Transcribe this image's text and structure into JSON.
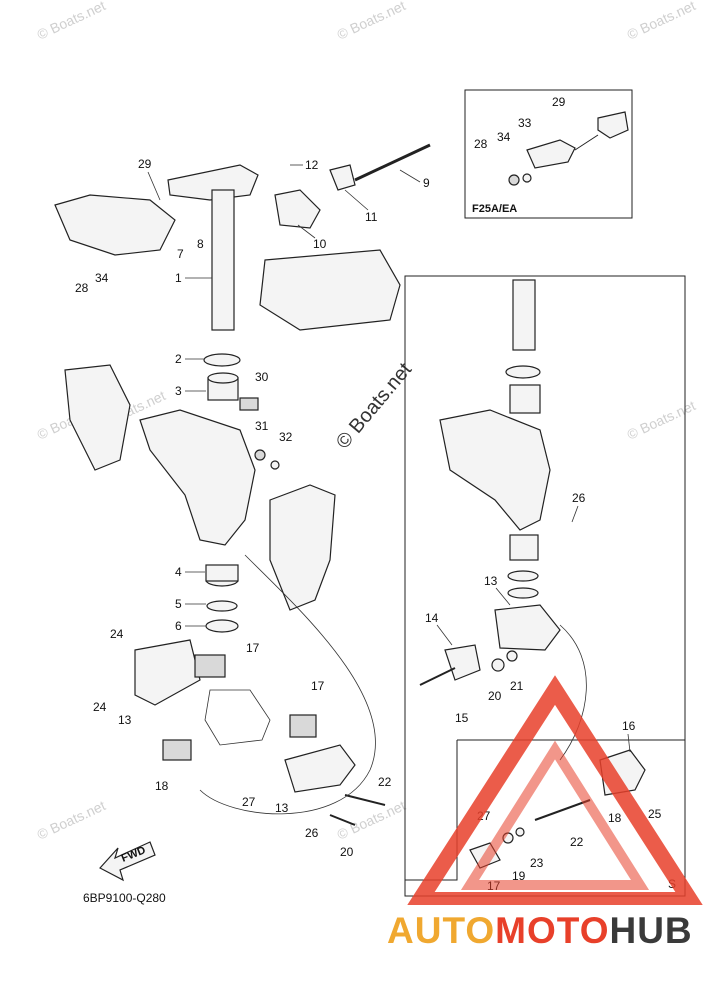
{
  "watermark": "© Boats.net",
  "watermark_center": "© Boats.net",
  "part_code": "6BP9100-Q280",
  "inset_label": "F25A/EA",
  "fwd_label": "FWD",
  "variant_label": "S",
  "brand": {
    "part1": "AUTO",
    "part2": "MOTO",
    "part3": "HUB",
    "color1": "#f0a830",
    "color2": "#e8402a",
    "color3": "#3a3a3a"
  },
  "callouts": {
    "c1": "1",
    "c2": "2",
    "c3": "3",
    "c4": "4",
    "c5": "5",
    "c6": "6",
    "c7": "7",
    "c8": "8",
    "c9": "9",
    "c10": "10",
    "c11": "11",
    "c12": "12",
    "c13a": "13",
    "c13b": "13",
    "c13c": "13",
    "c14": "14",
    "c15": "15",
    "c16": "16",
    "c17a": "17",
    "c17b": "17",
    "c17c": "17",
    "c18a": "18",
    "c18b": "18",
    "c19": "19",
    "c20a": "20",
    "c20b": "20",
    "c21": "21",
    "c22a": "22",
    "c22b": "22",
    "c23": "23",
    "c24a": "24",
    "c24b": "24",
    "c25": "25",
    "c26a": "26",
    "c26b": "26",
    "c27a": "27",
    "c27b": "27",
    "c28a": "28",
    "c28b": "28",
    "c29a": "29",
    "c29b": "29",
    "c30": "30",
    "c31": "31",
    "c32": "32",
    "c33": "33",
    "c34a": "34",
    "c34b": "34"
  }
}
